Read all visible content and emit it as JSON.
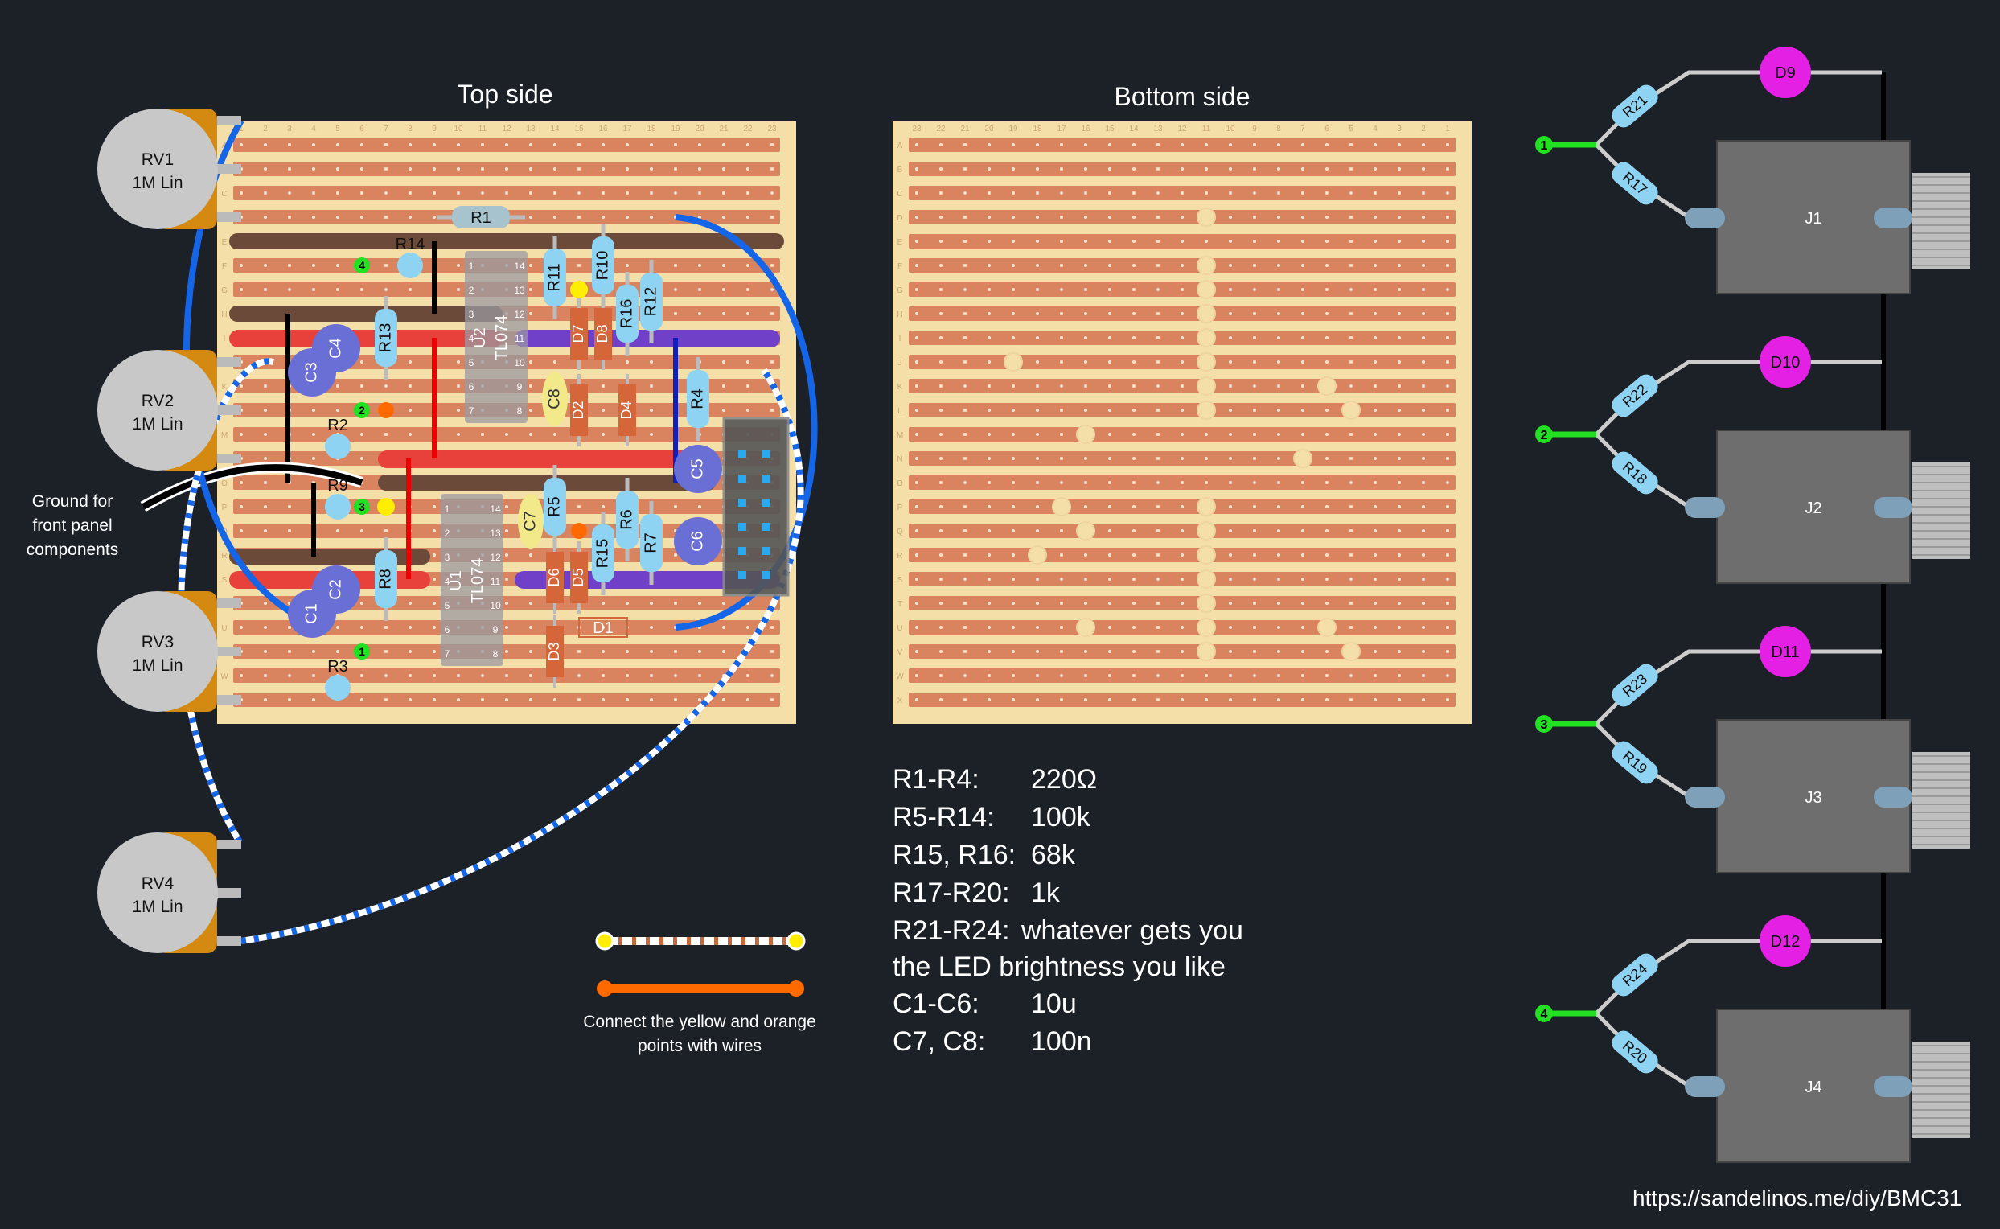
{
  "titles": {
    "top": "Top side",
    "bottom": "Bottom side"
  },
  "board": {
    "top_columns": [
      "1",
      "2",
      "3",
      "4",
      "5",
      "6",
      "7",
      "8",
      "9",
      "10",
      "11",
      "12",
      "13",
      "14",
      "15",
      "16",
      "17",
      "18",
      "19",
      "20",
      "21",
      "22",
      "23"
    ],
    "bottom_columns": [
      "23",
      "22",
      "21",
      "20",
      "19",
      "18",
      "17",
      "16",
      "15",
      "14",
      "13",
      "12",
      "11",
      "10",
      "9",
      "8",
      "7",
      "6",
      "5",
      "4",
      "3",
      "2",
      "1"
    ],
    "rows": [
      "A",
      "B",
      "C",
      "D",
      "E",
      "F",
      "G",
      "H",
      "I",
      "J",
      "K",
      "L",
      "M",
      "N",
      "O",
      "P",
      "Q",
      "R",
      "S",
      "T",
      "U",
      "V",
      "W",
      "X"
    ]
  },
  "pots": [
    {
      "ref": "RV1",
      "value": "1M Lin"
    },
    {
      "ref": "RV2",
      "value": "1M Lin"
    },
    {
      "ref": "RV3",
      "value": "1M Lin"
    },
    {
      "ref": "RV4",
      "value": "1M Lin"
    }
  ],
  "ground_note": [
    "Ground for",
    "front panel",
    "components"
  ],
  "top_components": {
    "resistors": [
      "R1",
      "R2",
      "R3",
      "R4",
      "R5",
      "R6",
      "R7",
      "R8",
      "R9",
      "R10",
      "R11",
      "R12",
      "R13",
      "R14",
      "R15",
      "R16"
    ],
    "capacitors_electrolytic": [
      "C1",
      "C2",
      "C3",
      "C4",
      "C5",
      "C6"
    ],
    "capacitors_film": [
      "C7",
      "C8"
    ],
    "diodes": [
      "D1",
      "D2",
      "D3",
      "D4",
      "D5",
      "D6",
      "D7",
      "D8"
    ],
    "ics": [
      {
        "ref": "U1",
        "part": "TL074"
      },
      {
        "ref": "U2",
        "part": "TL074"
      }
    ],
    "pins_left": [
      "1",
      "2",
      "3",
      "4",
      "5",
      "6",
      "7"
    ],
    "pins_right": [
      "14",
      "13",
      "12",
      "11",
      "10",
      "9",
      "8"
    ],
    "markers": [
      "1",
      "2",
      "3",
      "4"
    ]
  },
  "legend": {
    "note_line1": "Connect the yellow and orange",
    "note_line2": "points with wires"
  },
  "bom": [
    {
      "refs": "R1-R4:",
      "value": "220Ω"
    },
    {
      "refs": "R5-R14:",
      "value": "100k"
    },
    {
      "refs": "R15, R16:",
      "value": "68k"
    },
    {
      "refs": "R17-R20:",
      "value": "1k"
    },
    {
      "refs": "R21-R24:",
      "value": "whatever gets you"
    },
    {
      "refs": "",
      "value": "the LED brightness you like"
    },
    {
      "refs": "C1-C6:",
      "value": "10u"
    },
    {
      "refs": "C7, C8:",
      "value": "100n"
    }
  ],
  "outputs": [
    {
      "num": "1",
      "led": "D9",
      "r_led": "R21",
      "r_jack": "R17",
      "jack": "J1"
    },
    {
      "num": "2",
      "led": "D10",
      "r_led": "R22",
      "r_jack": "R18",
      "jack": "J2"
    },
    {
      "num": "3",
      "led": "D11",
      "r_led": "R23",
      "r_jack": "R19",
      "jack": "J3"
    },
    {
      "num": "4",
      "led": "D12",
      "r_led": "R24",
      "r_jack": "R20",
      "jack": "J4"
    }
  ],
  "url": "https://sandelinos.me/diy/BMC31",
  "colors": {
    "background": "#1c2027",
    "board": "#f5dfa8",
    "strip": "#d9845e",
    "cut_strip": "#6b4a3a",
    "red_rail": "#e8403a",
    "blue_wire": "#1565e8",
    "resistor": "#8fd3f2",
    "electrolytic": "#6a6fd6",
    "film_cap": "#f2ea8a",
    "diode": "#d4663a",
    "led": "#e520e5",
    "jack": "#6e6e6e",
    "green_marker": "#22e022",
    "yellow_point": "#ffee00",
    "orange_point": "#ff6a00"
  }
}
